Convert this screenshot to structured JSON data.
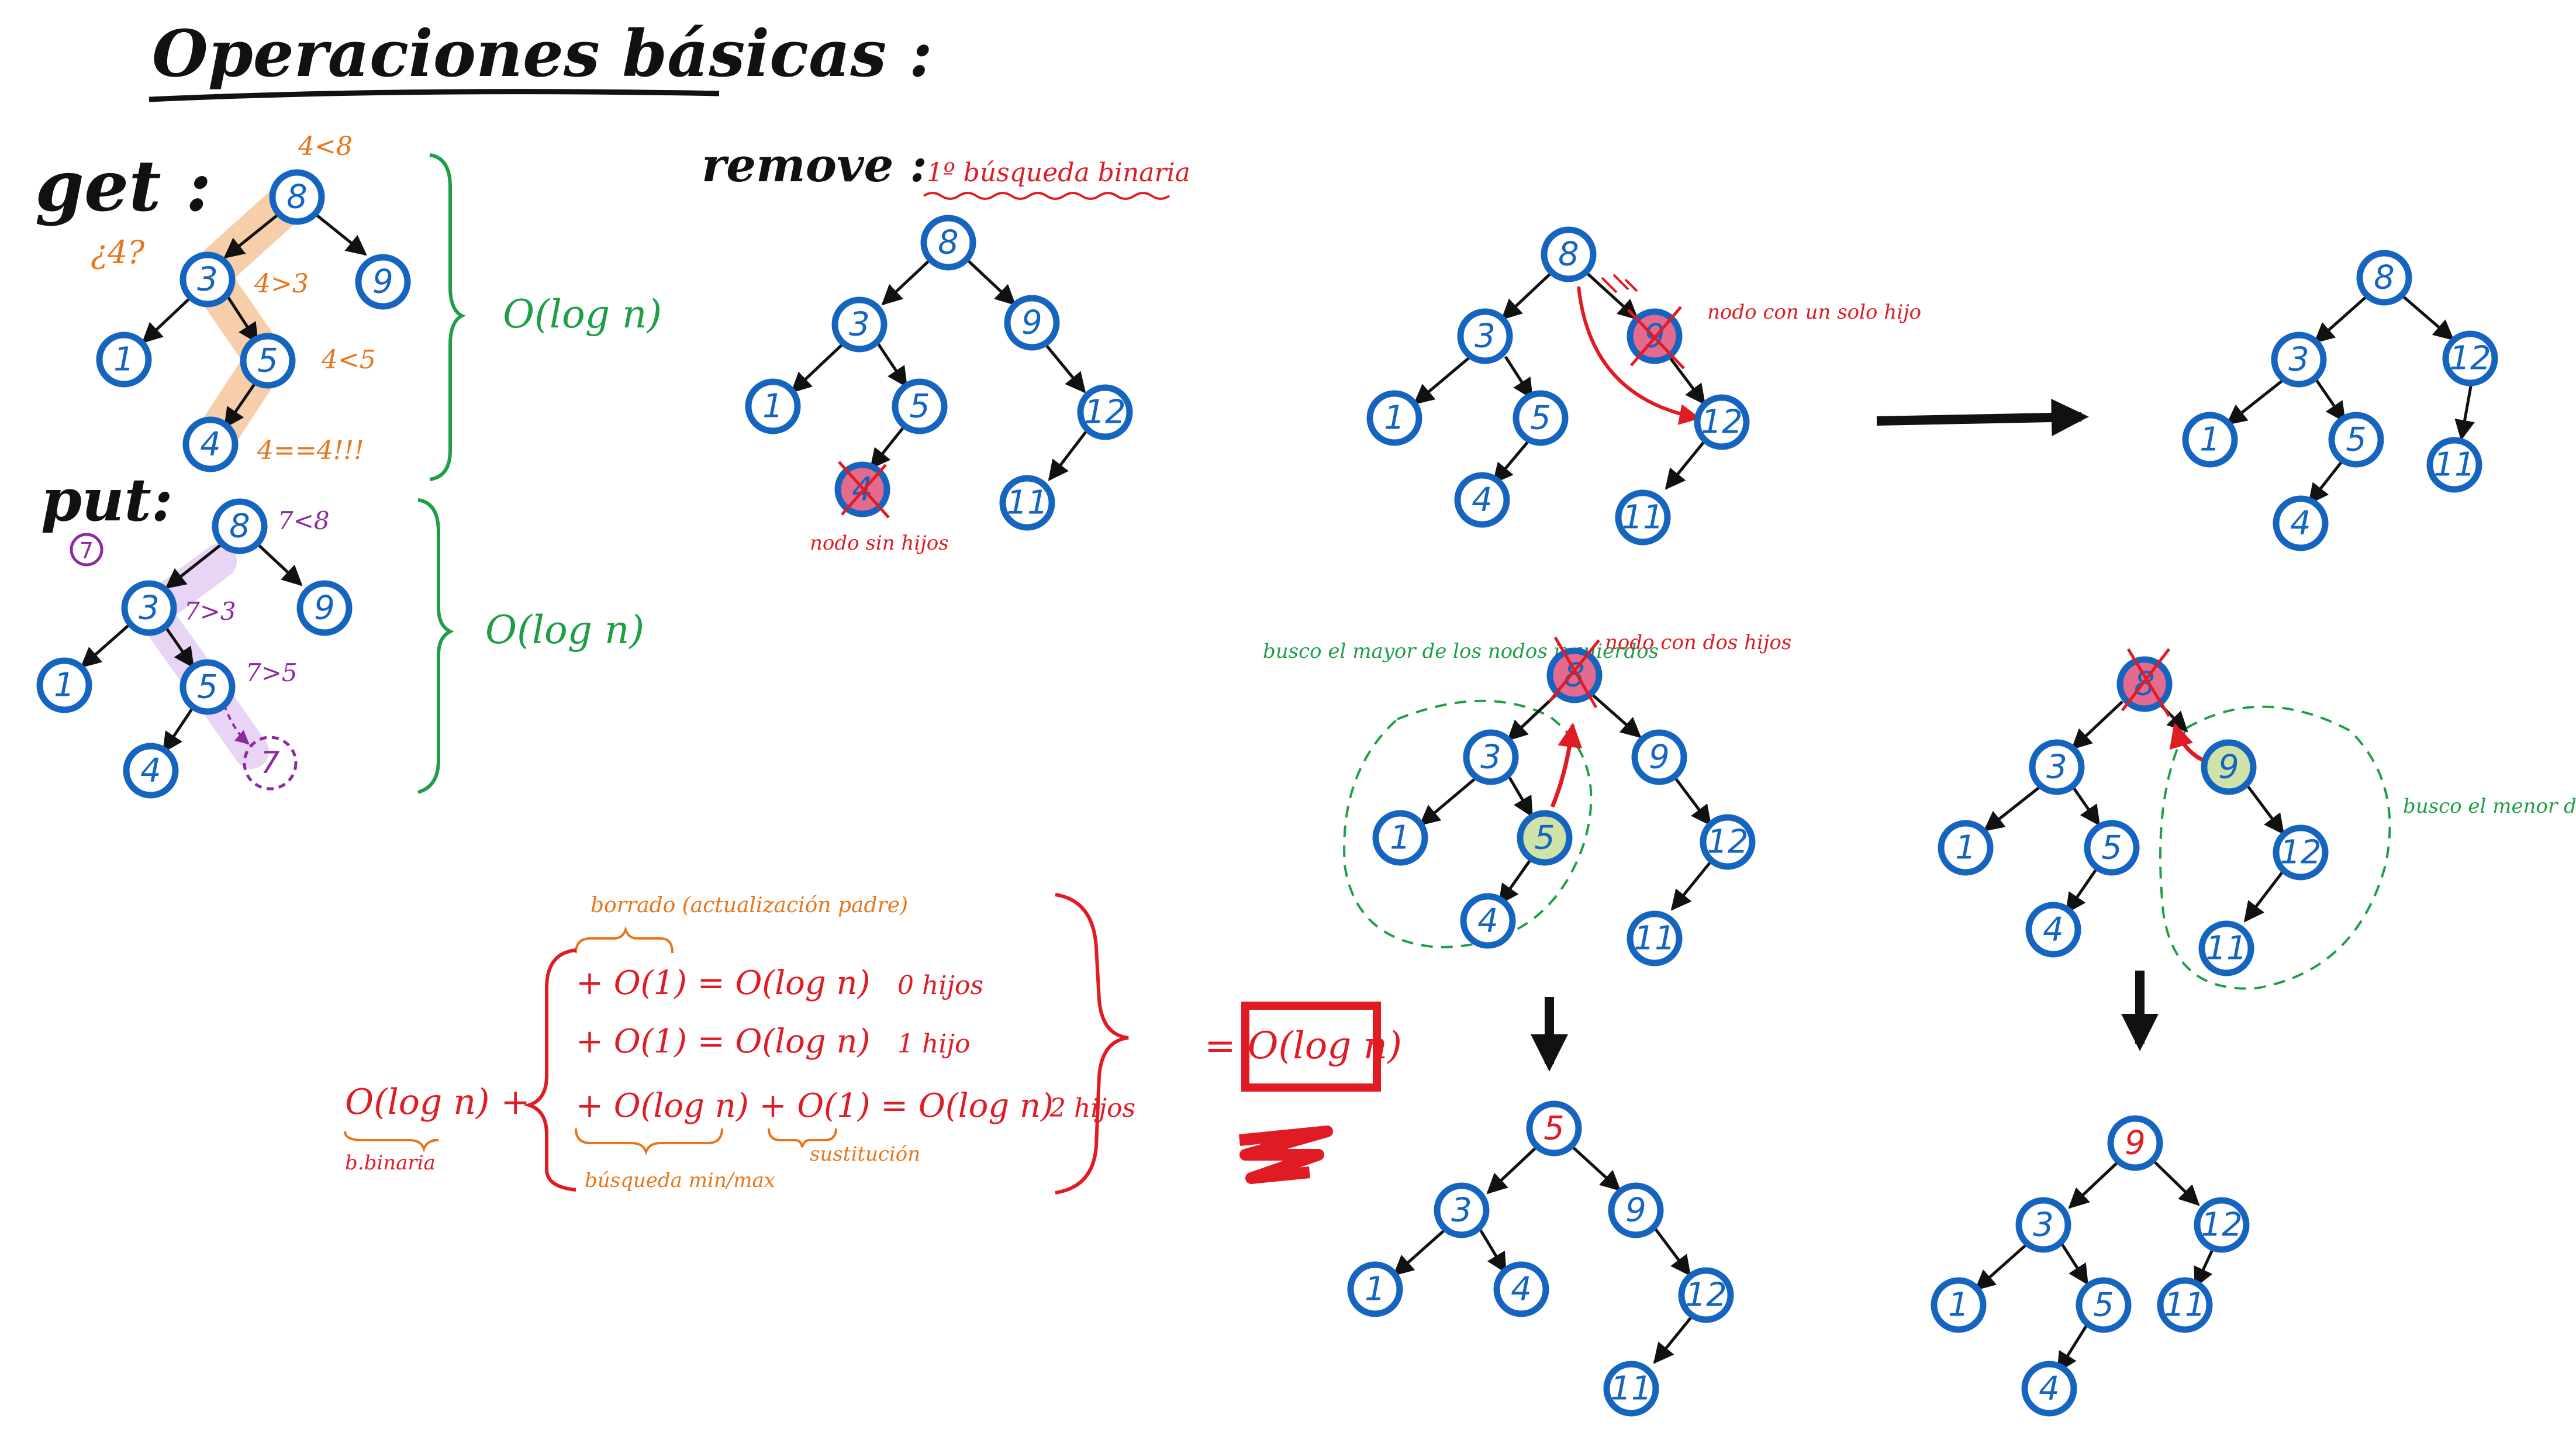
{
  "title": "Operaciones básicas :",
  "colors": {
    "node_stroke": "#1565c0",
    "orange": "#e8751a",
    "purple": "#8e2aa0",
    "green": "#1e9e46",
    "red": "#e01b24",
    "black": "#111111",
    "highlight_orange": "#f5c9a0",
    "highlight_purple": "#e8d4f5",
    "removed_fill": "#e46a8e",
    "found_fill": "#cfe3a8"
  },
  "get": {
    "label": "get :",
    "query": "¿4?",
    "steps": [
      "4<8",
      "4>3",
      "4<5",
      "4==4!!!"
    ],
    "complexity": "O(log n)"
  },
  "put": {
    "label": "put:",
    "value": "7",
    "steps": [
      "7<8",
      "7>3",
      "7>5"
    ],
    "complexity": "O(log n)"
  },
  "remove": {
    "label": "remove :",
    "step1": "1º búsqueda binaria",
    "case_leaf": "nodo sin hijos",
    "case_one_child": "nodo con un solo hijo",
    "case_two_children": "nodo con dos hijos",
    "left_strategy": "busco el mayor de los nodos izquierdos",
    "right_strategy": "busco el menor de los nodos derechos"
  },
  "cost": {
    "prefix": "O(log n) +",
    "prefix_caption": "b.binaria",
    "top_caption": "borrado (actualización padre)",
    "line1": "+ O(1)  =  O(log n)",
    "line1_case": "0 hijos",
    "line2": "+ O(1)  =  O(log n)",
    "line2_case": "1 hijo",
    "line3": "+ O(log n) + O(1)  =  O(log n)",
    "line3_case": "2 hijos",
    "bottom_caption_left": "búsqueda min/max",
    "bottom_caption_right": "sustitución",
    "result": "= O(log n)"
  },
  "nodes": {
    "n1": "1",
    "n3": "3",
    "n4": "4",
    "n5": "5",
    "n7": "7",
    "n8": "8",
    "n9": "9",
    "n11": "11",
    "n12": "12"
  }
}
